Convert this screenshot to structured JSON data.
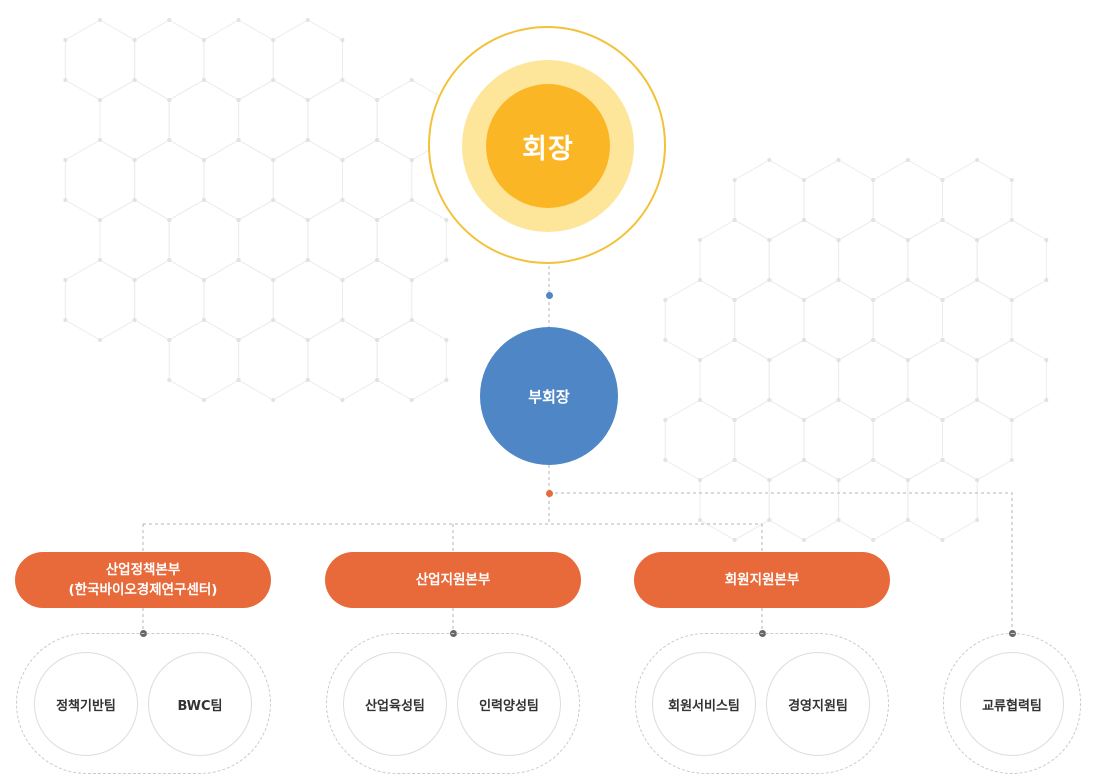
{
  "chairman": {
    "label": "회장"
  },
  "vice_chairman": {
    "label": "부회장"
  },
  "divisions": [
    {
      "label": "산업정책본부",
      "sub_label": "(한국바이오경제연구센터)"
    },
    {
      "label": "산업지원본부"
    },
    {
      "label": "회원지원본부"
    }
  ],
  "teams": {
    "policy": [
      "정책기반팀",
      "BWC팀"
    ],
    "industry": [
      "산업육성팀",
      "인력양성팀"
    ],
    "member": [
      "회원서비스팀",
      "경영지원팀"
    ],
    "standalone": [
      "교류협력팀"
    ]
  },
  "colors": {
    "chairman_ring": "#f2c23a",
    "chairman_halo": "#fde69a",
    "chairman_core": "#fbb626",
    "vice_chairman": "#4e86c6",
    "division": "#e8693a",
    "connector": "#b5b5b5"
  }
}
